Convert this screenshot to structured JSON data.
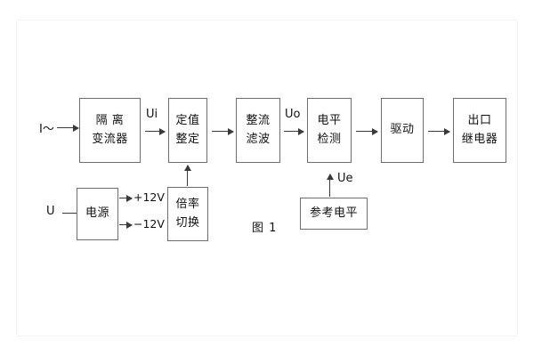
{
  "figure": {
    "caption": "图 1",
    "frame_color": "#f2f2f2",
    "box_border_color": "#6e6e6e",
    "line_color": "#3a3a3a",
    "background": "#ffffff"
  },
  "inputs": [
    {
      "name": "current-input",
      "label": "I～"
    },
    {
      "name": "voltage-input",
      "label": "U"
    }
  ],
  "signals": [
    {
      "name": "ui",
      "label": "Ui"
    },
    {
      "name": "uo",
      "label": "Uo"
    },
    {
      "name": "ue",
      "label": "Ue"
    }
  ],
  "supply_rails": [
    {
      "name": "positive-rail",
      "label": "+12V"
    },
    {
      "name": "negative-rail",
      "label": "−12V"
    }
  ],
  "blocks": {
    "isolation_transformer": {
      "lines": [
        "隔 离",
        "变流器"
      ]
    },
    "setting_value": {
      "lines": [
        "定值",
        "整定"
      ]
    },
    "rectifier_filter": {
      "lines": [
        "整流",
        "滤波"
      ]
    },
    "level_detect": {
      "lines": [
        "电平",
        "检测"
      ]
    },
    "driver": {
      "lines": [
        "驱动"
      ]
    },
    "output_relay": {
      "lines": [
        "出口",
        "继电器"
      ]
    },
    "power_supply": {
      "lines": [
        "电源"
      ]
    },
    "multiplier_switch": {
      "lines": [
        "倍率",
        "切换"
      ]
    },
    "reference_level": {
      "lines": [
        "参考电平"
      ]
    }
  }
}
